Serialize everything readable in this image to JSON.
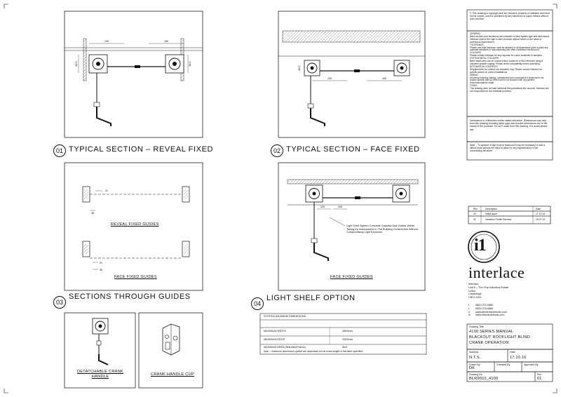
{
  "sections": [
    {
      "num": "01",
      "title": "TYPICAL SECTION – REVEAL FIXED"
    },
    {
      "num": "02",
      "title": "TYPICAL SECTION – FACE FIXED"
    },
    {
      "num": "03",
      "title": "SECTIONS THROUGH GUIDES"
    },
    {
      "num": "04",
      "title": "LIGHT SHELF OPTION"
    }
  ],
  "captions": {
    "reveal_fixed_guides": "REVEAL FIXED GUIDES",
    "face_fixed_guides_03": "FACE FIXED GUIDES",
    "face_fixed_guides_04": "FACE FIXED GUIDES",
    "detachable_crank": "DETATCHABLE CRANK HANDLE",
    "crank_handle_cup": "CRANK HANDLE CUP"
  },
  "dimensions": {
    "s01_left": "100",
    "s01_right": "100",
    "s01_height": "80.0",
    "s01_height_right": "80.0",
    "s02_left": "100",
    "s02_right": "100",
    "s02_height": "80.0",
    "s03_a": "21",
    "s03_b": "35",
    "s03_c": "21",
    "s03_d": "35",
    "s04_a": "220",
    "s04_b": "100"
  },
  "light_shelf_note": "Light Shelf System Conceals Cassette And Guides Whilst Taking Up Inaccuracies In The Building Construction Without Compromising Light Exclusion",
  "system_dims": {
    "title": "SYSTEM MAXIMUM DIMENSIONS",
    "rows": [
      {
        "label": "MAXIMUM WIDTH",
        "value": "2800mm"
      },
      {
        "label": "MAXIMUM DROP",
        "value": "2000mm"
      },
      {
        "label": "MAXIMUM AREA (Standard Fabric)",
        "value": "5m2"
      }
    ],
    "footnote": "Note :- maximum dimensions quoted are dependant on the exact weight of the fabric specified"
  },
  "notes": {
    "copyright": "© This drawing is copyright and the exclusive property of Interlace and must not be copied, used or published by any electronic or paper means without prior consent.",
    "general": "GENERAL\nBlind sections and elevations are indicative of blind system type and dimensions.\nInterlace reserve the right to alter products without notice on the basis of continuous improvement.\nTOLERANCE\nPlease note that tolerance must be allowed on all dimensions given to take any potential variations in manufacturing and other conditions into account.\nCOLOURS\nPlease contact Interlace for any requests for colour swatches or samples.\nSYSTEM METAL COLOURS\nBlind metal parts can be custom colour coated to a RAL reference using a polyester powder coating. Please check compatibility before specifying.\nAUTOMATION CONTROLS\nRequirements for controls are indicative only. Please contact Interlace for specific advice on control installations.\nWIRING\nAll wiring including cabling, containment and connections is assumed to be project specific and by others and is not included with any generic recommendations made.\nFIXING\nThis drawing does not take individual fixing situations into account, Interlace are not responsible for the substrate provided.",
    "dimensions": "Dimensions in millimetres unless stated otherwise. Dimensions may vary from this drawing including fabric gaps and bracket dimensions due to the nature of the products. Do NOT scale from this drawing. If in doubt please ask.",
    "shelf": "Note :- To achieve a high level of blackout it may be necessary to add a sillbox bead around the blind to allow for any imperfections in the surrounding structure."
  },
  "revisions": {
    "headers": [
      "Rev",
      "Description",
      "Date"
    ],
    "rows": [
      {
        "rev": "00",
        "desc": "Initial Issue",
        "date": "17.10.16"
      },
      {
        "rev": "01",
        "desc": "Headbox Profile Revised",
        "date": "20.07.19"
      }
    ]
  },
  "brand": {
    "logo_mark": "i1",
    "name": "interlace",
    "address": [
      "Interlace",
      "Unit 6 – The Grip Industrial Estate",
      "Linton",
      "Cambridge",
      "CB21 4XN"
    ],
    "contacts": [
      {
        "label": "t",
        "value": "0800 070 6580"
      },
      {
        "label": "f",
        "value": "0800 076 6580"
      },
      {
        "label": "e",
        "value": "sales@interlaceblinds.com"
      },
      {
        "label": "w",
        "value": "www.interlaceblinds.com"
      }
    ]
  },
  "title_block": {
    "drawing_title_label": "Drawing Title",
    "drawing_title": [
      "4100 SERIES MANUAL",
      "BLACKOUT ROOFLIGHT BLIND",
      "CRANK OPERATION"
    ],
    "scale_label": "Scale(s)",
    "scale": "N.T.S.",
    "date_label": "Date",
    "date": "17.10.16",
    "drawn_label": "Drawn By",
    "drawn": "DK",
    "checked_label": "Checked By",
    "checked": "",
    "approved_label": "Approved By",
    "approved": "",
    "drawing_no_label": "Drawing No",
    "drawing_no": "BLR9010_4100",
    "rev_label": "Rev",
    "rev": "01"
  }
}
